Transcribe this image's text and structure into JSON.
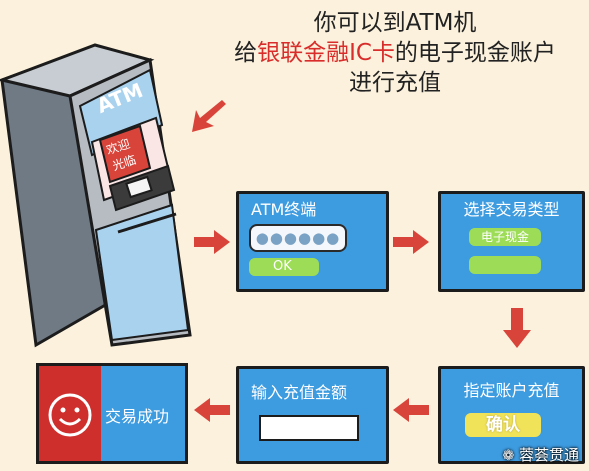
{
  "title": {
    "line1": "你可以到ATM机",
    "line2_pre": "给",
    "line2_red": "银联金融IC卡",
    "line2_post": "的电子现金账户",
    "line3": "进行充值"
  },
  "atm": {
    "screen_label": "ATM",
    "greeting": [
      "欢迎",
      "光临"
    ]
  },
  "steps": {
    "terminal": {
      "title": "ATM终端",
      "pin_mask": "●●●●●●",
      "ok_label": "OK"
    },
    "select_type": {
      "title": "选择交易类型",
      "option": "电子现金"
    },
    "designate": {
      "title": "指定账户充值",
      "confirm_label": "确认"
    },
    "amount": {
      "title": "输入充值金额"
    },
    "success": {
      "label": "交易成功"
    }
  },
  "watermark": "蓉荟贯通",
  "colors": {
    "panel_blue": "#3d9be0",
    "arrow_red": "#d9443a",
    "ok_green": "#9ddc57",
    "confirm_yellow": "#f0e35a",
    "success_red": "#cf2f2c"
  }
}
